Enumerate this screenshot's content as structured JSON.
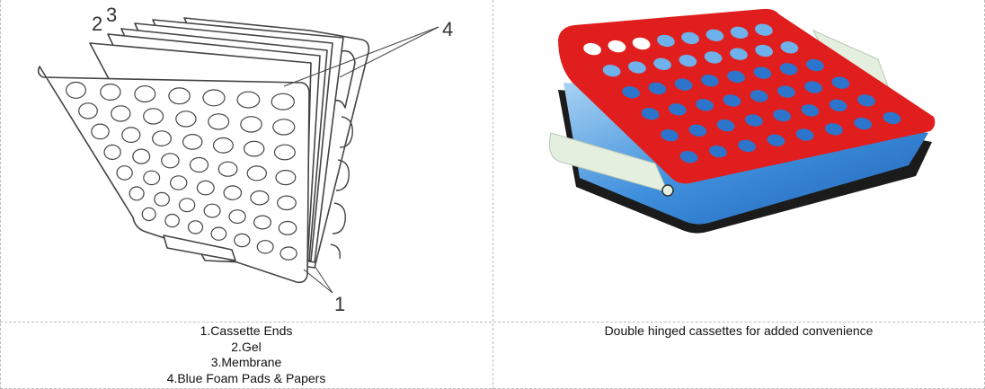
{
  "left_panel": {
    "callouts": {
      "label_1": "1",
      "label_2": "2",
      "label_3": "3",
      "label_4": "4"
    },
    "caption_lines": [
      "1.Cassette Ends",
      "2.Gel",
      "3.Membrane",
      "4.Blue Foam Pads & Papers"
    ]
  },
  "right_panel": {
    "caption": "Double hinged cassettes for added convenience"
  },
  "colors": {
    "cassette_red": "#e01e1e",
    "foam_blue": "#2a7fd0",
    "hinge": "#e4efe0",
    "line_art": "#444444"
  }
}
